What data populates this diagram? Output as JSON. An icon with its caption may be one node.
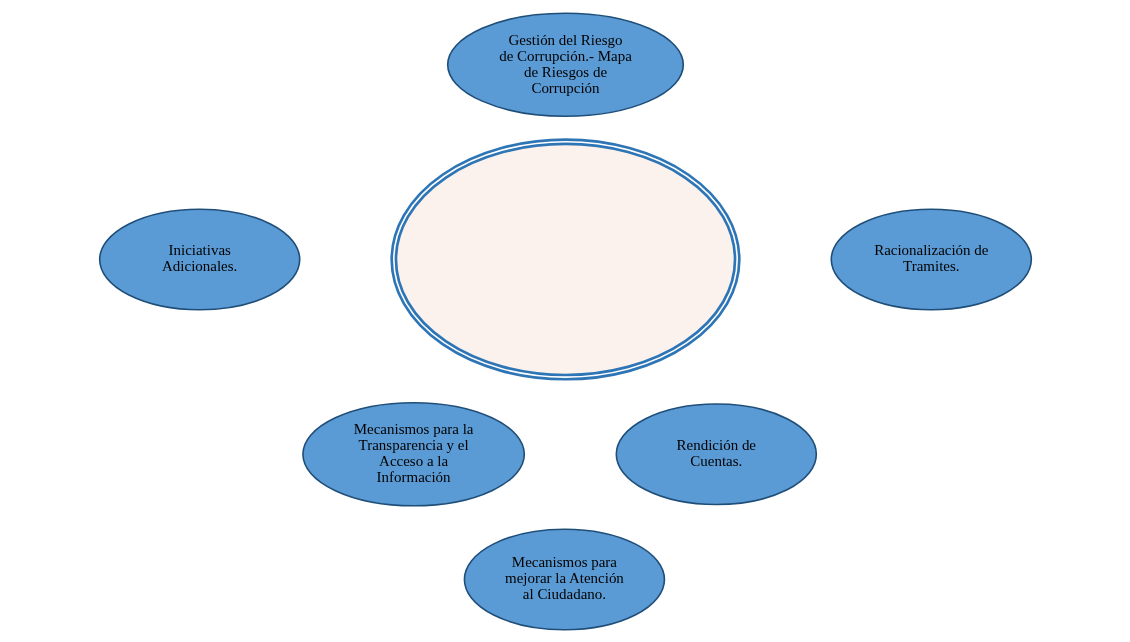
{
  "diagram": {
    "nodes": [
      {
        "text": [
          "Gestión del Riesgo de Corrupción.- Mapa de Riesgos de Corrupción"
        ]
      },
      {
        "text": [
          "Iniciativas Adicionales."
        ]
      },
      {
        "text": [],
        "shape": "ellipse"
      },
      {
        "text": [
          "Racionalización de Tramites."
        ]
      },
      {
        "text": [
          "Mecanismos para la Transparencia y el Acceso a la Información"
        ]
      },
      {
        "text": [
          "Rendición de Cuentas."
        ]
      },
      {
        "text": [
          "Mecanismos para mejorar la Atención al Ciudadano."
        ]
      }
    ],
    "edges": []
  }
}
